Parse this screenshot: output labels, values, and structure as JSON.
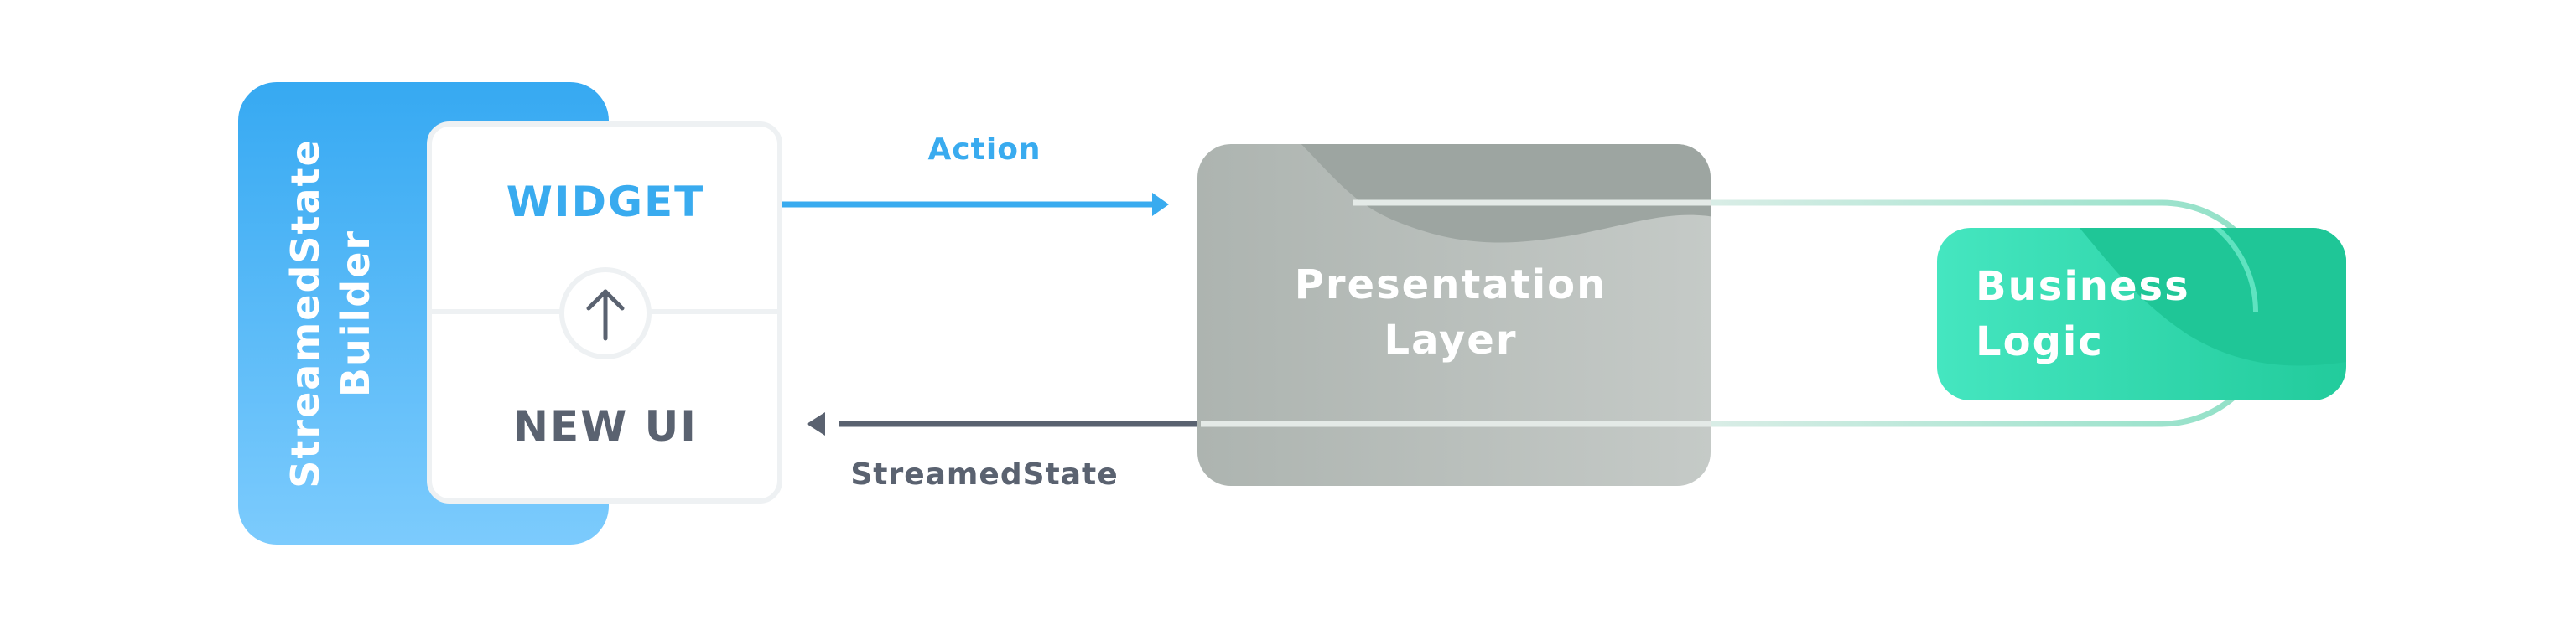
{
  "builder": {
    "line1": "StreamedState",
    "line2": "Builder"
  },
  "widget_card": {
    "top_label": "WIDGET",
    "bottom_label": "NEW UI",
    "icon": "arrow-up-icon"
  },
  "action_arrow": {
    "label": "Action"
  },
  "state_arrow": {
    "label": "StreamedState"
  },
  "presentation": {
    "line1": "Presentation",
    "line2": "Layer"
  },
  "business": {
    "line1": "Business",
    "line2": "Logic"
  },
  "colors": {
    "blue": "#39ABEF",
    "blue_light": "#7FCBFF",
    "dark_gray": "#5A6270",
    "gray_panel": "#B6BCB8",
    "green": "#3BE2BA",
    "green_dark": "#1FC697",
    "white": "#FFFFFF"
  }
}
